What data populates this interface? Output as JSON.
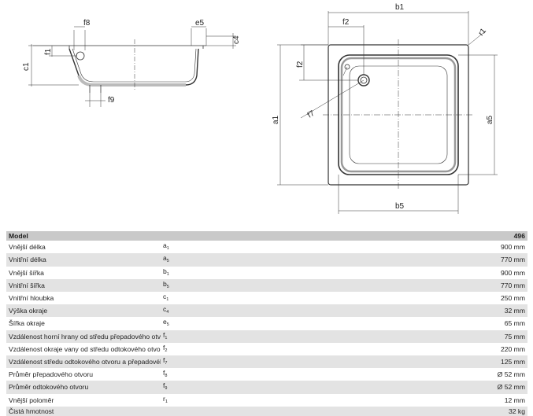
{
  "drawing": {
    "side_view_labels": {
      "f8": "f8",
      "e5": "e5",
      "c4": "c4",
      "f1": "f1",
      "c1": "c1",
      "f9": "f9"
    },
    "top_view_labels": {
      "b1": "b1",
      "f2": "f2",
      "r1": "r1",
      "f7": "f7",
      "a1": "a1",
      "a5": "a5",
      "b5": "b5"
    }
  },
  "table": {
    "header": {
      "label": "Model",
      "value": "496"
    },
    "rows": [
      {
        "label": "Vnější délka",
        "sym": "a",
        "sub": "1",
        "value": "900 mm"
      },
      {
        "label": "Vnitřní délka",
        "sym": "a",
        "sub": "5",
        "value": "770 mm"
      },
      {
        "label": "Vnější šířka",
        "sym": "b",
        "sub": "1",
        "value": "900 mm"
      },
      {
        "label": "Vnitřní šířka",
        "sym": "b",
        "sub": "5",
        "value": "770 mm"
      },
      {
        "label": "Vnitřní hloubka",
        "sym": "c",
        "sub": "1",
        "value": "250 mm"
      },
      {
        "label": "Výška okraje",
        "sym": "c",
        "sub": "4",
        "value": "32 mm"
      },
      {
        "label": "Šířka okraje",
        "sym": "e",
        "sub": "5",
        "value": "65 mm"
      },
      {
        "label": "Vzdálenost horní hrany od středu přepadového otvoru",
        "sym": "f",
        "sub": "1",
        "value": "75 mm"
      },
      {
        "label": "Vzdálenost okraje vany od středu odtokového otvoru",
        "sym": "f",
        "sub": "2",
        "value": "220 mm"
      },
      {
        "label": "Vzdálenost středu odtokového otvoru a přepadového otvoru",
        "sym": "f",
        "sub": "7",
        "value": "125 mm"
      },
      {
        "label": "Průměr přepadového otvoru",
        "sym": "f",
        "sub": "8",
        "value": "Ø 52 mm"
      },
      {
        "label": "Průměr odtokového otvoru",
        "sym": "f",
        "sub": "9",
        "value": "Ø 52 mm"
      },
      {
        "label": "Vnější poloměr",
        "sym": "r",
        "sub": "1",
        "value": "12 mm"
      },
      {
        "label": "Čistá hmotnost",
        "sym": "",
        "sub": "",
        "value": "32 kg"
      }
    ]
  }
}
